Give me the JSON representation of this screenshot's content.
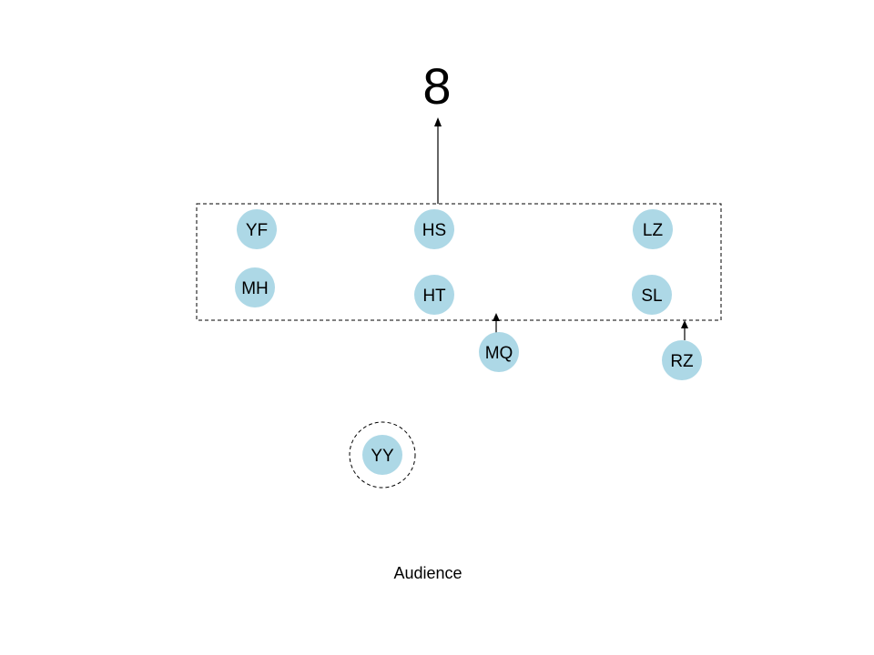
{
  "title": "8",
  "caption": "Audience",
  "colors": {
    "node_fill": "#add8e6",
    "stroke": "#000000",
    "dashed_outline": "#000000"
  },
  "nodes": {
    "yf": "YF",
    "hs": "HS",
    "lz": "LZ",
    "mh": "MH",
    "ht": "HT",
    "sl": "SL",
    "mq": "MQ",
    "rz": "RZ",
    "yy": "YY"
  }
}
